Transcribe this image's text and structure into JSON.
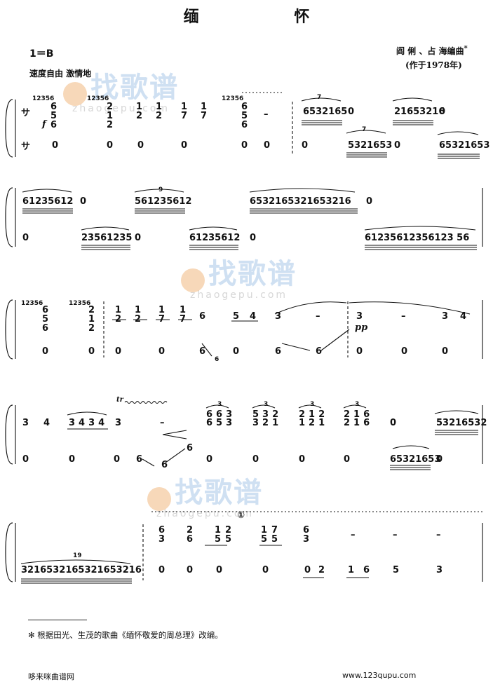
{
  "header": {
    "title": "缅 怀",
    "key": "1＝B",
    "tempo": "速度自由    激情地",
    "arranger": "阎 俐 、占 海编曲",
    "arranger_mark": "*",
    "year": "(作于1978年)"
  },
  "score": {
    "parts_label": "サ",
    "dynamics": {
      "forte": "f",
      "pianissimo": "pp",
      "trill": "tr"
    },
    "system1": {
      "upper": [
        "12356",
        "6",
        "5",
        "6",
        "12356",
        "2",
        "1",
        "2",
        "1",
        "2",
        "1",
        "2",
        "1",
        "7",
        "1",
        "7",
        "12356",
        "6",
        "5",
        "6",
        "–",
        "6532165",
        "0",
        "21653216",
        "0"
      ],
      "lower": [
        "0",
        "0",
        "0",
        "0",
        "0",
        "0",
        "0",
        "5321653",
        "0",
        "65321653"
      ],
      "tuplet": "7"
    },
    "system2": {
      "upper": [
        "61235612",
        "0",
        "561235612",
        "6532165321653216",
        "0"
      ],
      "lower": [
        "0",
        "23561235",
        "0",
        "61235612",
        "0",
        "61235612356123 56"
      ],
      "tuplet": "9"
    },
    "system3": {
      "upper": [
        "12356",
        "6",
        "5",
        "6",
        "12356",
        "2",
        "1",
        "2",
        "1",
        "2",
        "1",
        "2",
        "1",
        "7",
        "1",
        "7",
        "6",
        "5",
        "4",
        "3",
        "–",
        "3",
        "–",
        "3",
        "4"
      ],
      "lower": [
        "0",
        "0",
        "0",
        "0",
        "6",
        "6",
        "0",
        "6",
        "6",
        "0",
        "0",
        "0"
      ]
    },
    "system4": {
      "upper": [
        "3",
        "4",
        "3",
        "4",
        "3",
        "4",
        "3",
        "–",
        "6",
        "6",
        "3",
        "6",
        "5",
        "3",
        "5",
        "3",
        "2",
        "3",
        "2",
        "1",
        "2",
        "1",
        "6",
        "0",
        "53216532"
      ],
      "lower": [
        "0",
        "0",
        "0",
        "6",
        "6",
        "6",
        "0",
        "0",
        "0",
        "0",
        "65321653",
        "0"
      ],
      "tuplet": "3"
    },
    "system5": {
      "upper": [
        "6",
        "3",
        "2",
        "6",
        "1",
        "2",
        "5",
        "5",
        "1",
        "7",
        "5",
        "5",
        "6",
        "3",
        "–",
        "–",
        "–"
      ],
      "lower": [
        "3216532165321653216",
        "0",
        "0",
        "0",
        "0",
        "0",
        "2",
        "1",
        "6",
        "5",
        "3"
      ],
      "tuplet": "19",
      "circled": "①"
    }
  },
  "footnote": "✻  根据田光、生茂的歌曲《缅怀敬爱的周总理》改编。",
  "footer": {
    "left": "哆来咪曲谱网",
    "right": "www.123qupu.com"
  },
  "watermark": {
    "name": "找歌谱",
    "url": "zhaogepu.com"
  },
  "colors": {
    "ink": "#111111",
    "watermark_orange": "#f3c89b",
    "watermark_blue": "#cfe0f2"
  }
}
